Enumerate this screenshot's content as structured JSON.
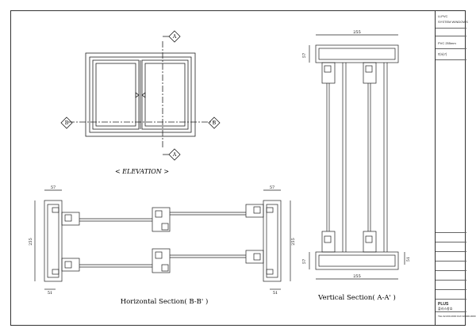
{
  "title_block": {
    "series": "U-PVC",
    "product": "SYSTEM WINDOWS",
    "model_label": "PVC 255mm",
    "name_label": "미서기",
    "brand": "PLUS",
    "company": "플러스창호",
    "address_lines": [
      "TEL 02-000-0000 FAX 02-000-0000"
    ]
  },
  "elevation": {
    "caption": "< ELEVATION >",
    "section_a_marker": "A",
    "section_b_marker": "B"
  },
  "horizontal_section": {
    "caption": "Horizontal Section( B-B' )",
    "dim_top_left": "57",
    "dim_top_right": "57",
    "dim_side_left": "255",
    "dim_side_right": "255",
    "dim_bottom_left": "51",
    "dim_bottom_right": "51"
  },
  "vertical_section": {
    "caption": "Vertical Section( A-A' )",
    "dim_top": "255",
    "dim_bottom": "255",
    "dim_left_top": "57",
    "dim_left_bottom": "57",
    "dim_right_bottom": "51"
  },
  "colors": {
    "line": "#222222",
    "paper": "#ffffff"
  }
}
